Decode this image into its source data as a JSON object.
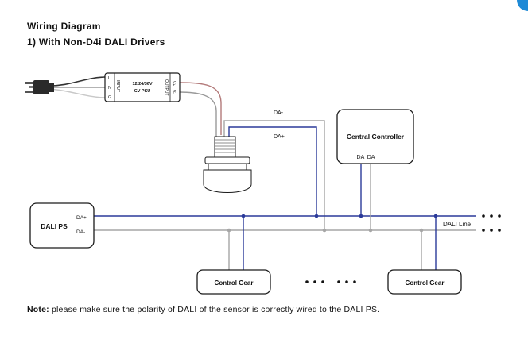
{
  "title": "Wiring Diagram",
  "subtitle": "1) With Non-D4i DALI Drivers",
  "psu": {
    "label_line1": "12/24/36V",
    "label_line2": "CV PSU",
    "input_label": "INPUT",
    "output_label": "OUTPUT",
    "terminal_l": "L",
    "terminal_n": "N",
    "terminal_g": "G",
    "terminal_vplus": "V+",
    "terminal_vminus": "V-"
  },
  "sensor": {
    "da_minus": "DA-",
    "da_plus": "DA+"
  },
  "controller": {
    "label": "Central Controller",
    "terminals": "DA  DA"
  },
  "dali_ps": {
    "label": "DALI PS",
    "da_plus": "DA+",
    "da_minus": "DA-"
  },
  "dali_line_label": "DALI Line",
  "control_gear": [
    "Control Gear",
    "Control Gear"
  ],
  "note": {
    "bold": "Note:",
    "text": " please make sure the polarity of DALI of the sensor is correctly wired to the DALI PS."
  },
  "colors": {
    "blue_wire": "#2b3a9a",
    "grey_wire": "#a6a6a6",
    "red_wire": "#b37a7a",
    "box_stroke": "#1a1a1a",
    "accent": "#1f8ad6"
  }
}
